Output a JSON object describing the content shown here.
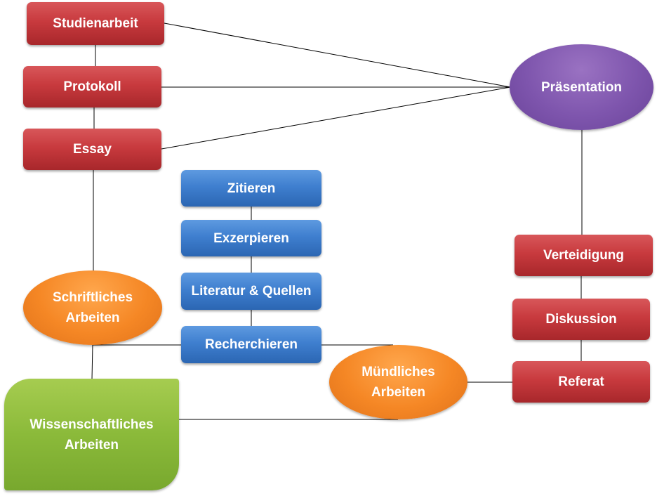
{
  "diagram": {
    "nodes": {
      "studienarbeit": "Studienarbeit",
      "protokoll": "Protokoll",
      "essay": "Essay",
      "praesentation": "Präsentation",
      "zitieren": "Zitieren",
      "exzerpieren": "Exzerpieren",
      "literatur_quellen": "Literatur & Quellen",
      "recherchieren": "Recherchieren",
      "verteidigung": "Verteidigung",
      "diskussion": "Diskussion",
      "referat": "Referat",
      "schriftliches_arbeiten": [
        "Schriftliches",
        "Arbeiten"
      ],
      "muendliches_arbeiten": [
        "Mündliches",
        "Arbeiten"
      ],
      "wissenschaftliches_arbeiten": [
        "Wissenschaftliches",
        "Arbeiten"
      ]
    },
    "colors": {
      "written_forms": "#c83a3e",
      "research_steps": "#3f7fcf",
      "hubs": "#f58725",
      "presentation": "#7e55ad",
      "root": "#8bba3a",
      "connector": "#000000"
    }
  }
}
